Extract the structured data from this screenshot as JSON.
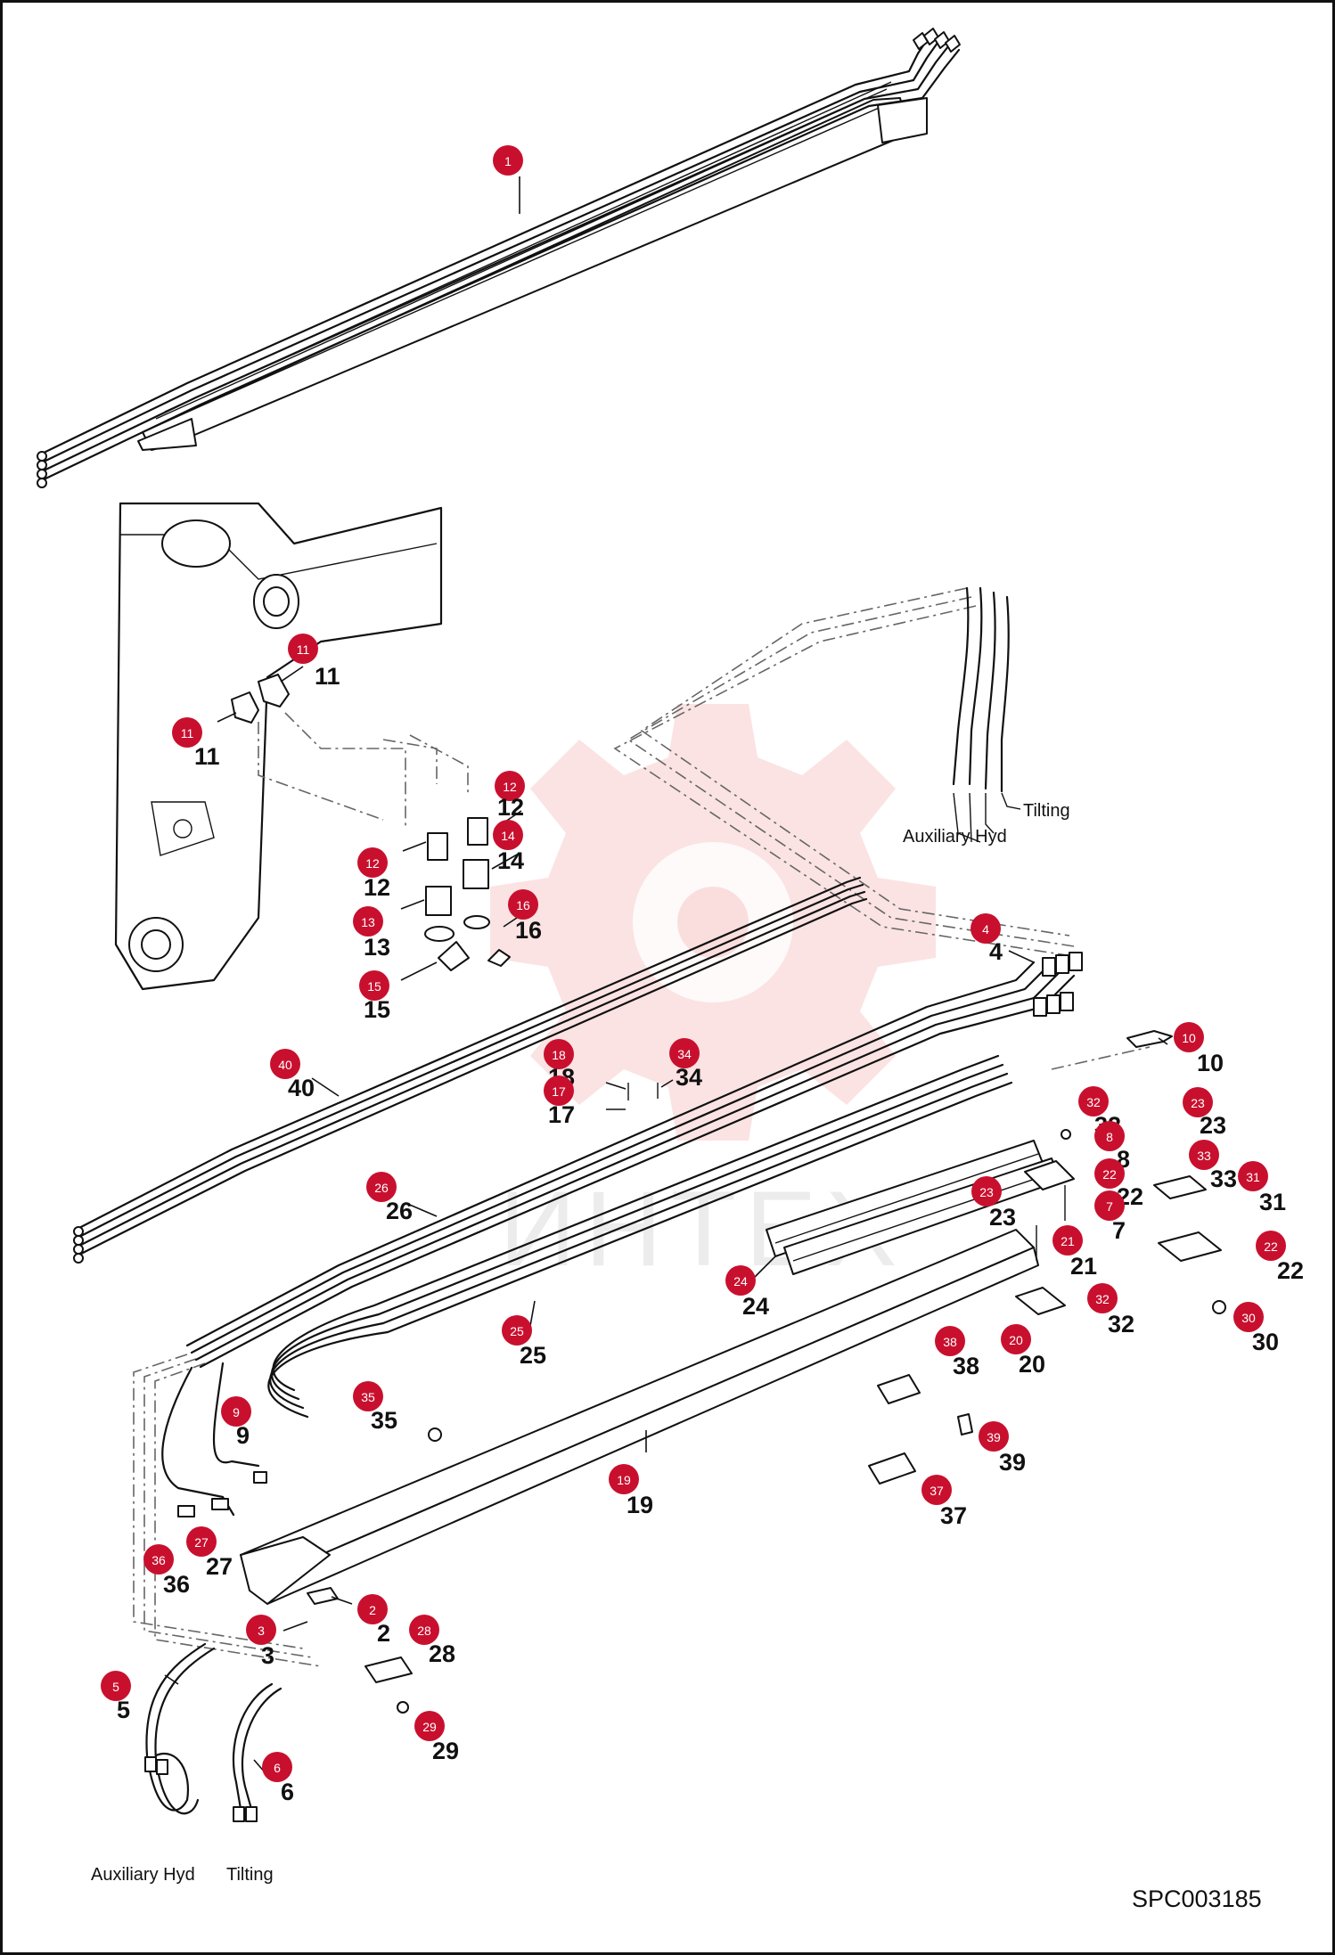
{
  "drawing_code": "SPC003185",
  "watermark_text": "ИНТЕХ",
  "labels": {
    "aux_top": "Auxiliary Hyd",
    "tilt_top": "Tilting",
    "aux_bottom": "Auxiliary Hyd",
    "tilt_bottom": "Tilting"
  },
  "callouts": [
    {
      "id": "c1",
      "badge": "1",
      "text": ""
    },
    {
      "id": "c11a",
      "badge": "11",
      "text": "11"
    },
    {
      "id": "c11b",
      "badge": "11",
      "text": "11"
    },
    {
      "id": "c12a",
      "badge": "12",
      "text": "12"
    },
    {
      "id": "c12b",
      "badge": "12",
      "text": "12"
    },
    {
      "id": "c13",
      "badge": "13",
      "text": "13"
    },
    {
      "id": "c14",
      "badge": "14",
      "text": "14"
    },
    {
      "id": "c15",
      "badge": "15",
      "text": "15"
    },
    {
      "id": "c16",
      "badge": "16",
      "text": "16"
    },
    {
      "id": "c4",
      "badge": "4",
      "text": "4"
    },
    {
      "id": "c40",
      "badge": "40",
      "text": "40"
    },
    {
      "id": "c18",
      "badge": "18",
      "text": "18"
    },
    {
      "id": "c17",
      "badge": "17",
      "text": "17"
    },
    {
      "id": "c34",
      "badge": "34",
      "text": "34"
    },
    {
      "id": "c10",
      "badge": "10",
      "text": "10"
    },
    {
      "id": "c32a",
      "badge": "32",
      "text": "32"
    },
    {
      "id": "c8",
      "badge": "8",
      "text": "8"
    },
    {
      "id": "c22a",
      "badge": "22",
      "text": "22"
    },
    {
      "id": "c23a",
      "badge": "23",
      "text": "23"
    },
    {
      "id": "c7",
      "badge": "7",
      "text": "7"
    },
    {
      "id": "c21",
      "badge": "21",
      "text": "21"
    },
    {
      "id": "c23b",
      "badge": "23",
      "text": "23"
    },
    {
      "id": "c33",
      "badge": "33",
      "text": "33"
    },
    {
      "id": "c31",
      "badge": "31",
      "text": "31"
    },
    {
      "id": "c22b",
      "badge": "22",
      "text": "22"
    },
    {
      "id": "c32b",
      "badge": "32",
      "text": "32"
    },
    {
      "id": "c30",
      "badge": "30",
      "text": "30"
    },
    {
      "id": "c26",
      "badge": "26",
      "text": "26"
    },
    {
      "id": "c24",
      "badge": "24",
      "text": "24"
    },
    {
      "id": "c25",
      "badge": "25",
      "text": "25"
    },
    {
      "id": "c20",
      "badge": "20",
      "text": "20"
    },
    {
      "id": "c38",
      "badge": "38",
      "text": "38"
    },
    {
      "id": "c35",
      "badge": "35",
      "text": "35"
    },
    {
      "id": "c39",
      "badge": "39",
      "text": "39"
    },
    {
      "id": "c9",
      "badge": "9",
      "text": "9"
    },
    {
      "id": "c19",
      "badge": "19",
      "text": "19"
    },
    {
      "id": "c37",
      "badge": "37",
      "text": "37"
    },
    {
      "id": "c36",
      "badge": "36",
      "text": "36"
    },
    {
      "id": "c27",
      "badge": "27",
      "text": "27"
    },
    {
      "id": "c3",
      "badge": "3",
      "text": "3"
    },
    {
      "id": "c2",
      "badge": "2",
      "text": "2"
    },
    {
      "id": "c28",
      "badge": "28",
      "text": "28"
    },
    {
      "id": "c5",
      "badge": "5",
      "text": "5"
    },
    {
      "id": "c6",
      "badge": "6",
      "text": "6"
    },
    {
      "id": "c29",
      "badge": "29",
      "text": "29"
    }
  ]
}
